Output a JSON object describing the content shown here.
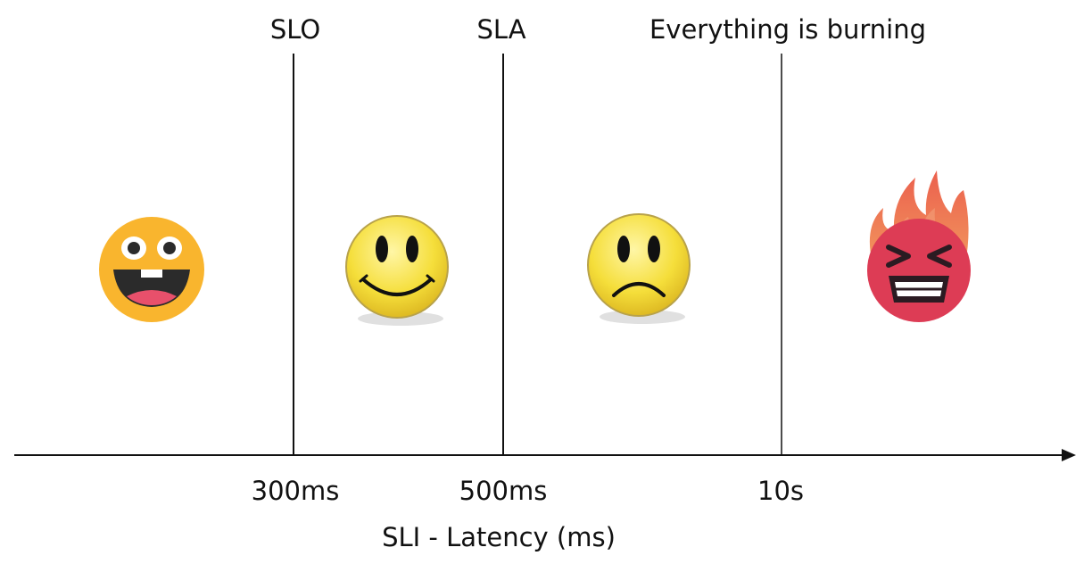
{
  "thresholds": [
    {
      "name": "SLO",
      "tick": "300ms"
    },
    {
      "name": "SLA",
      "tick": "500ms"
    },
    {
      "name": "Everything is burning",
      "tick": "10s"
    }
  ],
  "axis": {
    "label": "SLI - Latency (ms)"
  },
  "zones": [
    {
      "icon": "grinning-face-icon"
    },
    {
      "icon": "smiling-face-icon"
    },
    {
      "icon": "frowning-face-icon"
    },
    {
      "icon": "angry-face-with-flames-icon"
    }
  ],
  "colors": {
    "line": "#111111",
    "grin_face": "#F9B52E",
    "smile_face": "#F5DE3A",
    "angry_face": "#DD3C55",
    "flame": "#E8583A"
  }
}
